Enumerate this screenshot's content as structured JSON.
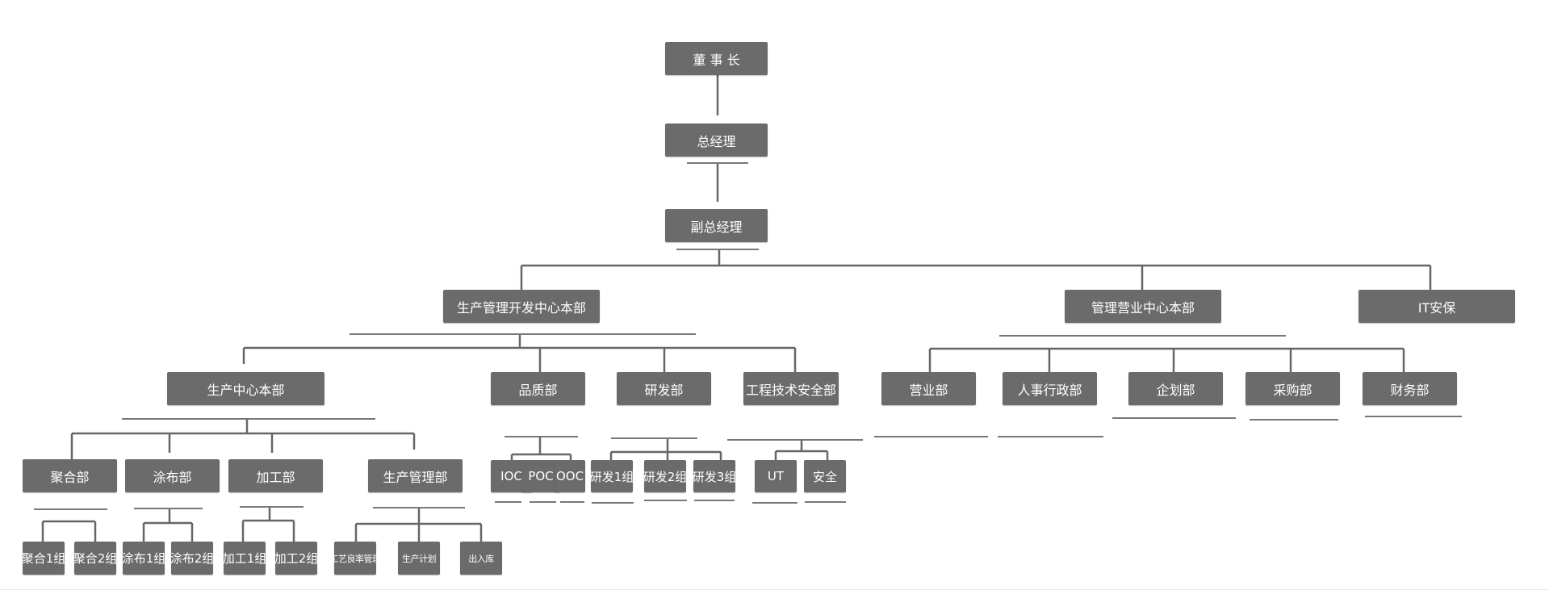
{
  "colors": {
    "box_fill": "#6b6b6b",
    "box_text": "#ffffff",
    "line": "#666666",
    "background": "#ffffff"
  },
  "org": {
    "chairman": "董 事 长",
    "general_manager": "总经理",
    "deputy_gm": "副总经理",
    "production_hq": "生产管理开发中心本部",
    "sales_hq": "管理营业中心本部",
    "it_security": "IT安保",
    "production_center": "生产中心本部",
    "quality": "品质部",
    "rnd": "研发部",
    "engineering_safety": "工程技术安全部",
    "sales": "营业部",
    "hr_admin": "人事行政部",
    "planning": "企划部",
    "purchasing": "采购部",
    "finance": "财务部",
    "polymerization": "聚合部",
    "coating": "涂布部",
    "processing": "加工部",
    "production_mgmt": "生产管理部",
    "ioc": "IOC",
    "poc": "POC",
    "ooc": "OOC",
    "rnd_group_1": "研发1组",
    "rnd_group_2": "研发2组",
    "rnd_group_3": "研发3组",
    "ut": "UT",
    "safety": "安全",
    "poly_group_1": "聚合1组",
    "poly_group_2": "聚合2组",
    "coat_group_1": "涂布1组",
    "coat_group_2": "涂布2组",
    "proc_group_1": "加工1组",
    "proc_group_2": "加工2组",
    "process_yield_mgmt": "工艺良率管理",
    "production_plan": "生产计划",
    "warehouse_io": "出入库"
  }
}
